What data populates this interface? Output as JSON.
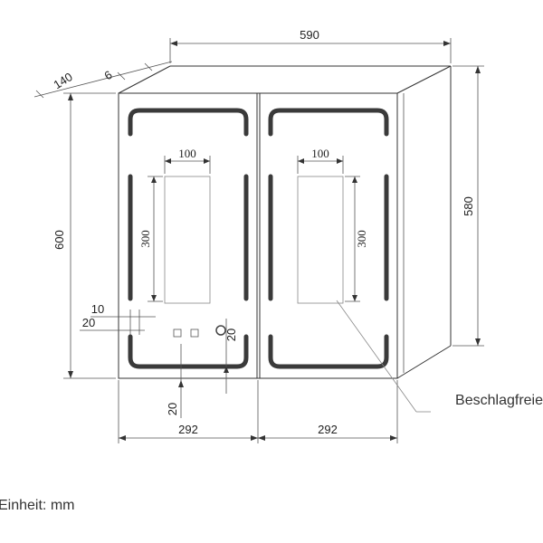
{
  "dimensions": {
    "total_width": "590",
    "depth": "140",
    "frame_thickness": "6",
    "height_front": "600",
    "height_side": "580",
    "door_width_left": "292",
    "door_width_right": "292",
    "strip_width_left": "100",
    "strip_width_right": "100",
    "strip_height_left": "300",
    "strip_height_right": "300",
    "offset_10": "10",
    "offset_20_left": "20",
    "offset_20_right": "20",
    "offset_20_bottom": "20"
  },
  "callout": "Beschlagfreie",
  "unit_note": "Einheit: mm"
}
